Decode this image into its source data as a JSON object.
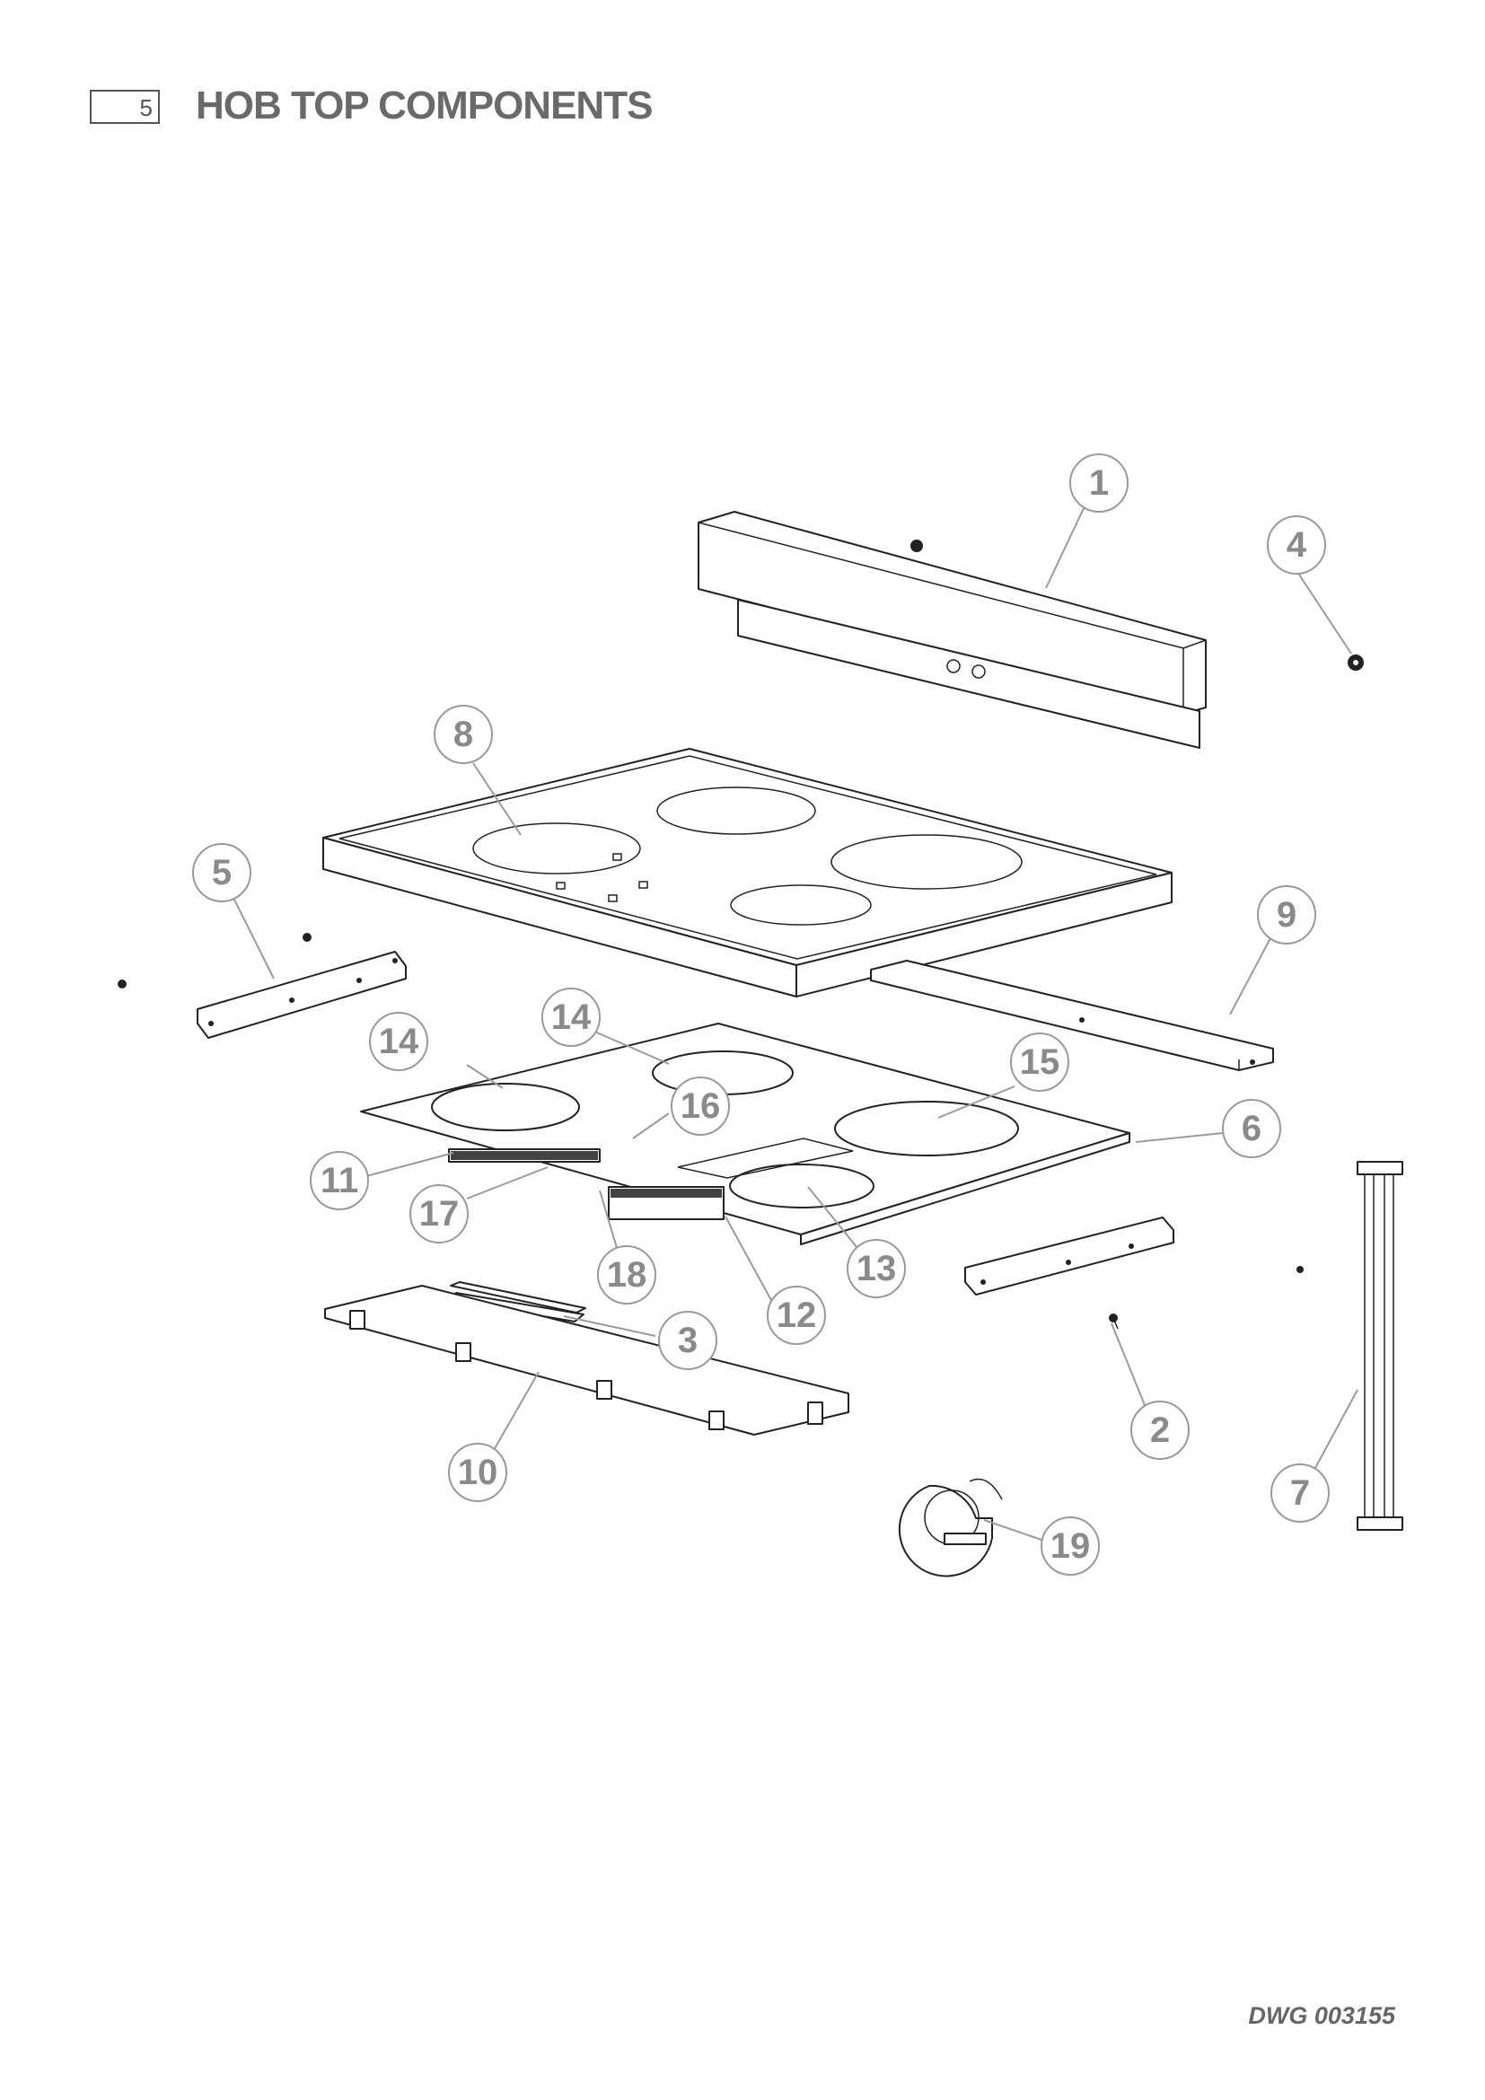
{
  "header": {
    "section_number": "5",
    "title": "HOB TOP COMPONENTS"
  },
  "footer": {
    "drawing_number": "DWG 003155"
  },
  "callouts": [
    {
      "id": "1",
      "label": "1"
    },
    {
      "id": "2",
      "label": "2"
    },
    {
      "id": "3",
      "label": "3"
    },
    {
      "id": "4",
      "label": "4"
    },
    {
      "id": "5",
      "label": "5"
    },
    {
      "id": "6",
      "label": "6"
    },
    {
      "id": "7",
      "label": "7"
    },
    {
      "id": "8",
      "label": "8"
    },
    {
      "id": "9",
      "label": "9"
    },
    {
      "id": "10",
      "label": "10"
    },
    {
      "id": "11",
      "label": "11"
    },
    {
      "id": "12",
      "label": "12"
    },
    {
      "id": "13",
      "label": "13"
    },
    {
      "id": "14a",
      "label": "14"
    },
    {
      "id": "14b",
      "label": "14"
    },
    {
      "id": "15",
      "label": "15"
    },
    {
      "id": "16",
      "label": "16"
    },
    {
      "id": "17",
      "label": "17"
    },
    {
      "id": "18",
      "label": "18"
    },
    {
      "id": "19",
      "label": "19"
    }
  ]
}
